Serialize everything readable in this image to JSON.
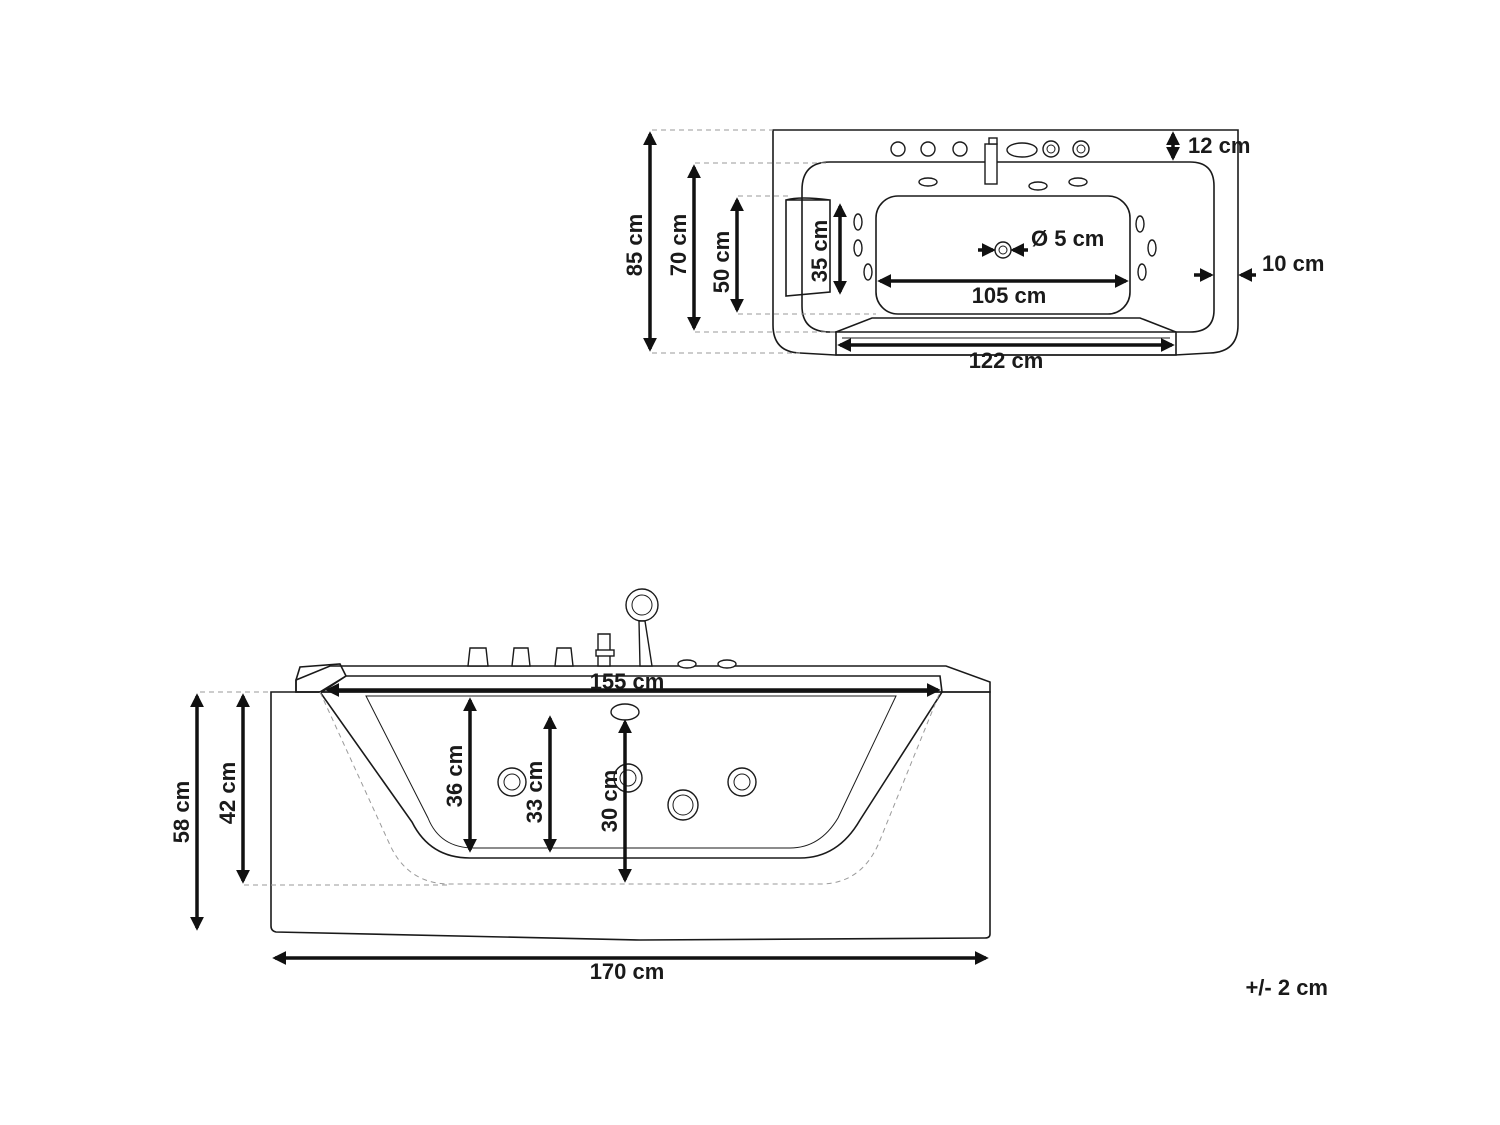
{
  "top_view": {
    "overall_depth": "85 cm",
    "inner_depth": "70 cm",
    "basin_depth": "50 cm",
    "pillow_depth": "35 cm",
    "rim_top": "12 cm",
    "drain": "Ø 5 cm",
    "basin_length": "105 cm",
    "side_wall": "10 cm",
    "front_length": "122 cm"
  },
  "side_view": {
    "overall_height": "58 cm",
    "inner_height": "42 cm",
    "depth_1": "36 cm",
    "depth_2": "33 cm",
    "depth_3": "30 cm",
    "inner_length": "155 cm",
    "overall_length": "170 cm"
  },
  "tolerance": "+/- 2 cm"
}
